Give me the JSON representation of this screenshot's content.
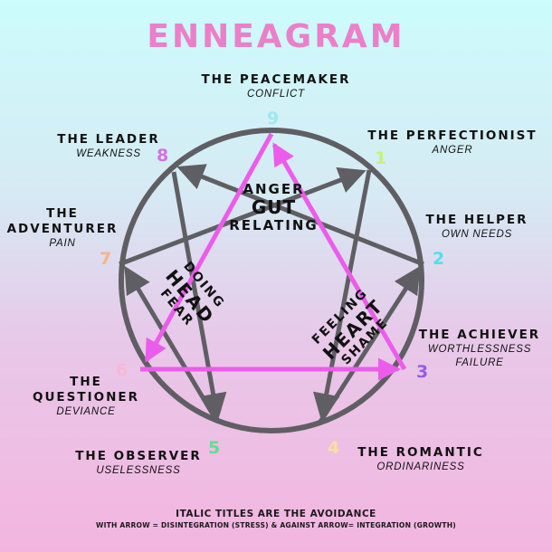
{
  "title": "ENNEAGRAM",
  "types": [
    {
      "number": "9",
      "name": "THE PEACEMAKER",
      "avoidance": "CONFLICT",
      "color": "#9ee8f0"
    },
    {
      "number": "1",
      "name": "THE PERFECTIONIST",
      "avoidance": "ANGER",
      "color": "#c6f27a"
    },
    {
      "number": "2",
      "name": "THE HELPER",
      "avoidance": "OWN NEEDS",
      "color": "#4fe0ec"
    },
    {
      "number": "3",
      "name": "THE ACHIEVER",
      "avoidance": "WORTHLESSNESS\nFAILURE",
      "avoidance_lines": [
        "WORTHLESSNESS",
        "FAILURE"
      ],
      "color": "#9a5ae6"
    },
    {
      "number": "4",
      "name": "THE ROMANTIC",
      "avoidance": "ORDINARINESS",
      "color": "#f7e0a0"
    },
    {
      "number": "5",
      "name": "THE OBSERVER",
      "avoidance": "USELESSNESS",
      "color": "#5ee08e"
    },
    {
      "number": "6",
      "name_lines": [
        "THE",
        "QUESTIONER"
      ],
      "name": "THE QUESTIONER",
      "avoidance": "DEVIANCE",
      "color": "#f5b8d6"
    },
    {
      "number": "7",
      "name_lines": [
        "THE",
        "ADVENTURER"
      ],
      "name": "THE ADVENTURER",
      "avoidance": "PAIN",
      "color": "#f5b48a"
    },
    {
      "number": "8",
      "name": "THE LEADER",
      "avoidance": "WEAKNESS",
      "color": "#d86ee6"
    }
  ],
  "centers": {
    "gut": {
      "top": "ANGER",
      "main": "GUT",
      "bottom": "RELATING"
    },
    "head": {
      "top": "DOING",
      "main": "HEAD",
      "bottom": "FEAR"
    },
    "heart": {
      "top": "FEELING",
      "main": "HEART",
      "bottom": "SHAME"
    }
  },
  "colors": {
    "circle": "#5f5f63",
    "triangle": "#ec5cec",
    "title": "#ec7fca"
  },
  "footer": {
    "line1": "ITALIC TITLES ARE THE AVOIDANCE",
    "line2": "WITH ARROW = DISINTEGRATION (STRESS) &  AGAINST ARROW= INTEGRATION (GROWTH)"
  }
}
